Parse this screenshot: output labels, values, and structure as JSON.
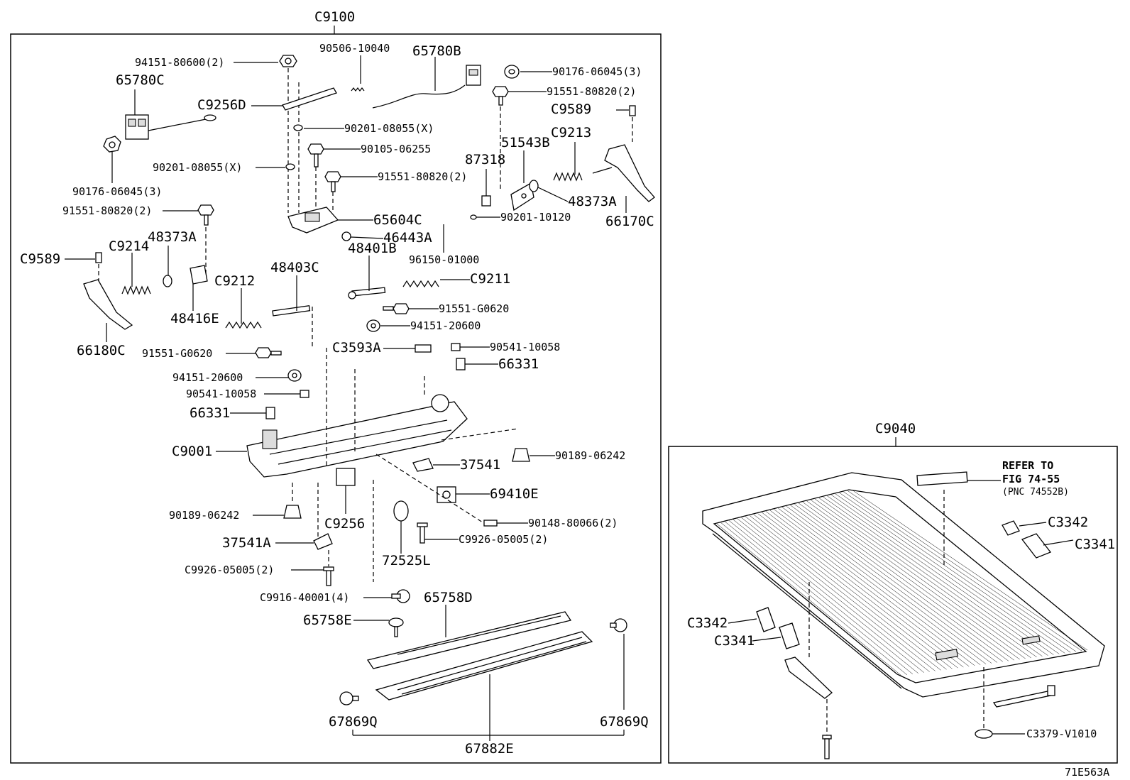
{
  "groups": {
    "left_code": "C9100",
    "right_code": "C9040",
    "figure_code": "71E563A"
  },
  "callouts": {
    "p94151_80600_2": "94151-80600(2)",
    "p90506_10040": "90506-10040",
    "p65780B": "65780B",
    "p90176_06045_3_top": "90176-06045(3)",
    "p91551_80820_2_top": "91551-80820(2)",
    "p65780C": "65780C",
    "p9256D": "C9256D",
    "p90201_08055_X_a": "90201-08055(X)",
    "p9589_right": "C9589",
    "p9213": "C9213",
    "p90105_06255": "90105-06255",
    "p51543B": "51543B",
    "p87318": "87318",
    "p90201_08055_X_b": "90201-08055(X)",
    "p91551_80820_2_mid": "91551-80820(2)",
    "p48373A_right": "48373A",
    "p90176_06045_3_left": "90176-06045(3)",
    "p66170C": "66170C",
    "p91551_80820_2_left": "91551-80820(2)",
    "p65604C": "65604C",
    "p90201_10120": "90201-10120",
    "p48373A_left": "48373A",
    "p46443A": "46443A",
    "p9589_left": "C9589",
    "p9214": "C9214",
    "p48401B": "48401B",
    "p96150_01000": "96150-01000",
    "p48403C": "48403C",
    "p9211": "C9211",
    "p9212": "C9212",
    "p91551_G0620_a": "91551-G0620",
    "p48416E": "48416E",
    "p94151_20600_a": "94151-20600",
    "p66180C": "66180C",
    "p91551_G0620_b": "91551-G0620",
    "p3593A": "C3593A",
    "p90541_10058_a": "90541-10058",
    "p66331_a": "66331",
    "p94151_20600_b": "94151-20600",
    "p90541_10058_b": "90541-10058",
    "p66331_b": "66331",
    "p9001": "C9001",
    "p90189_06242_a": "90189-06242",
    "p37541": "37541",
    "p69410E": "69410E",
    "p90189_06242_b": "90189-06242",
    "p90148_80066_2": "90148-80066(2)",
    "p9256": "C9256",
    "p9926_05005_2_a": "C9926-05005(2)",
    "p37541A": "37541A",
    "p72525L": "72525L",
    "p9926_05005_2_b": "C9926-05005(2)",
    "p9916_40001_4": "C9916-40001(4)",
    "p65758D": "65758D",
    "p65758E": "65758E",
    "p67869Q_a": "67869Q",
    "p67869Q_b": "67869Q",
    "p67882E": "67882E",
    "p3342_a": "C3342",
    "p3341_a": "C3341",
    "p3342_b": "C3342",
    "p3341_b": "C3341",
    "p3379_V1010": "C3379-V1010"
  },
  "refer_note": {
    "line1": "REFER TO",
    "line2": "FIG 74-55",
    "line3": "(PNC 74552B)"
  }
}
